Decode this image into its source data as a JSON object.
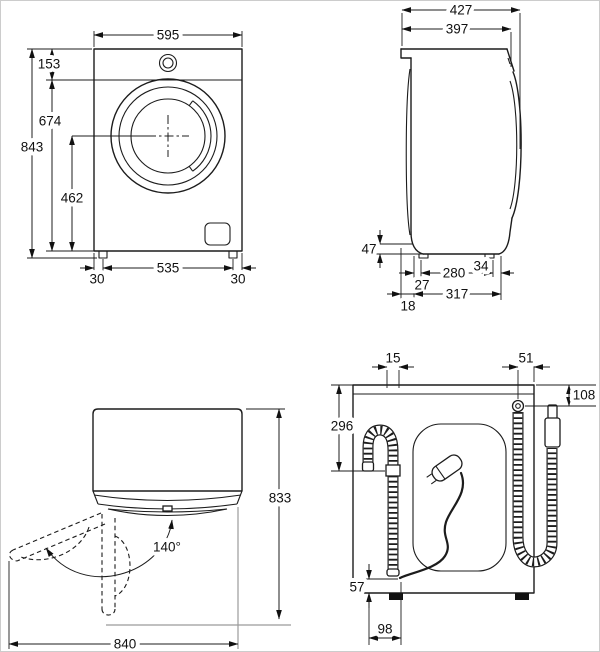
{
  "style": {
    "line_color": "#1c1c1c",
    "construction_line_color": "#9b9b9b",
    "background": "#ffffff",
    "border_color": "#cccccc"
  },
  "views": {
    "front": {
      "width": "595",
      "panel_height": "153",
      "body_height": "674",
      "total_height": "843",
      "drum_axis_height": "462",
      "foot_inset_left": "30",
      "feet_spacing": "535",
      "foot_inset_right": "30"
    },
    "side": {
      "depth_total": "427",
      "depth_body": "397",
      "plinth_height": "47",
      "foot_front_offset": "27",
      "feet_spacing": "280",
      "foot_rear_offset": "34",
      "lid_overhang": "18",
      "base_depth": "317"
    },
    "top": {
      "depth_door_open": "833",
      "door_angle": "140°",
      "width_door_open": "840"
    },
    "back": {
      "drain_hose_offset": "15",
      "inlet_valve_offset": "51",
      "inlet_valve_from_top": "108",
      "drain_hook_height": "296",
      "cord_exit_height": "57",
      "cord_exit_offset": "98"
    }
  }
}
